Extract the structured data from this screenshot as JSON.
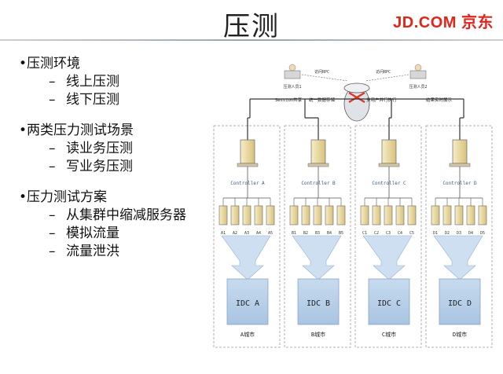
{
  "slide": {
    "title": "压测",
    "logo": "JD.COM 京东"
  },
  "bullets": [
    {
      "title": "•压测环境",
      "items": [
        "线上压测",
        "线下压测"
      ]
    },
    {
      "title": "•两类压力测试场景",
      "items": [
        "读业务压测",
        "写业务压测"
      ]
    },
    {
      "title": "•压力测试方案",
      "items": [
        "从集群中缩减服务器",
        "模拟流量",
        "流量泄洪"
      ]
    }
  ],
  "diagram": {
    "user_left": "压测人员1",
    "user_right": "压测人员2",
    "link_left": "访问RPC",
    "link_right": "访问RPC",
    "bus_labels": [
      "Session共享",
      "统一数据存储",
      "多用户并行执行",
      "结果实时展示"
    ],
    "clusters": [
      {
        "controller": "Controller A",
        "nodes": [
          "A1",
          "A2",
          "A3",
          "A4",
          "A5"
        ],
        "idc": "IDC A",
        "city": "A城市"
      },
      {
        "controller": "Controller B",
        "nodes": [
          "B1",
          "B2",
          "B3",
          "B4",
          "B5"
        ],
        "idc": "IDC B",
        "city": "B城市"
      },
      {
        "controller": "Controller C",
        "nodes": [
          "C1",
          "C2",
          "C3",
          "C4",
          "C5"
        ],
        "idc": "IDC C",
        "city": "C城市"
      },
      {
        "controller": "Controller D",
        "nodes": [
          "D1",
          "D2",
          "D3",
          "D4",
          "D5"
        ],
        "idc": "IDC D",
        "city": "D城市"
      }
    ],
    "colors": {
      "server": "#efe0a8",
      "idc": "#b7cfe9",
      "arrow": "#c9dcf0",
      "border": "#999999"
    }
  }
}
